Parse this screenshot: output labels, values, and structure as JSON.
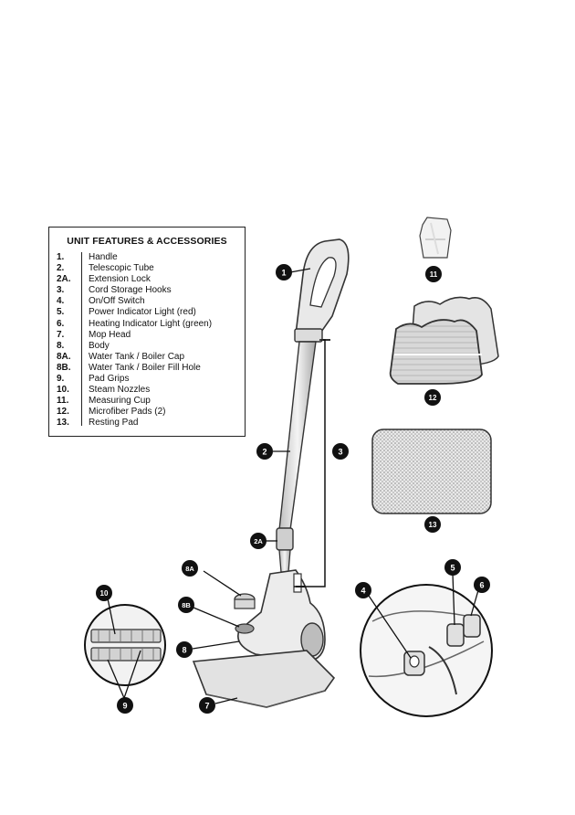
{
  "legend": {
    "title": "UNIT FEATURES & ACCESSORIES",
    "items": [
      {
        "num": "1.",
        "label": "Handle"
      },
      {
        "num": "2.",
        "label": "Telescopic Tube"
      },
      {
        "num": "2A.",
        "label": "Extension Lock"
      },
      {
        "num": "3.",
        "label": "Cord Storage Hooks"
      },
      {
        "num": "4.",
        "label": "On/Off Switch"
      },
      {
        "num": "5.",
        "label": "Power Indicator Light (red)"
      },
      {
        "num": "6.",
        "label": "Heating Indicator Light (green)"
      },
      {
        "num": "7.",
        "label": "Mop Head"
      },
      {
        "num": "8.",
        "label": "Body"
      },
      {
        "num": "8A.",
        "label": "Water Tank / Boiler Cap"
      },
      {
        "num": "8B.",
        "label": "Water Tank / Boiler Fill Hole"
      },
      {
        "num": "9.",
        "label": "Pad Grips"
      },
      {
        "num": "10.",
        "label": "Steam Nozzles"
      },
      {
        "num": "11.",
        "label": "Measuring Cup"
      },
      {
        "num": "12.",
        "label": "Microfiber Pads (2)"
      },
      {
        "num": "13.",
        "label": "Resting Pad"
      }
    ]
  },
  "callouts": {
    "c1": "1",
    "c2": "2",
    "c2a": "2A",
    "c3": "3",
    "c4": "4",
    "c5": "5",
    "c6": "6",
    "c7": "7",
    "c8": "8",
    "c8a": "8A",
    "c8b": "8B",
    "c9": "9",
    "c10": "10",
    "c11": "11",
    "c12": "12",
    "c13": "13"
  },
  "colors": {
    "ink": "#111111",
    "part_fill": "#e6e6e6",
    "part_shade": "#bdbdbd",
    "pad_fill": "#d4d4d4"
  }
}
